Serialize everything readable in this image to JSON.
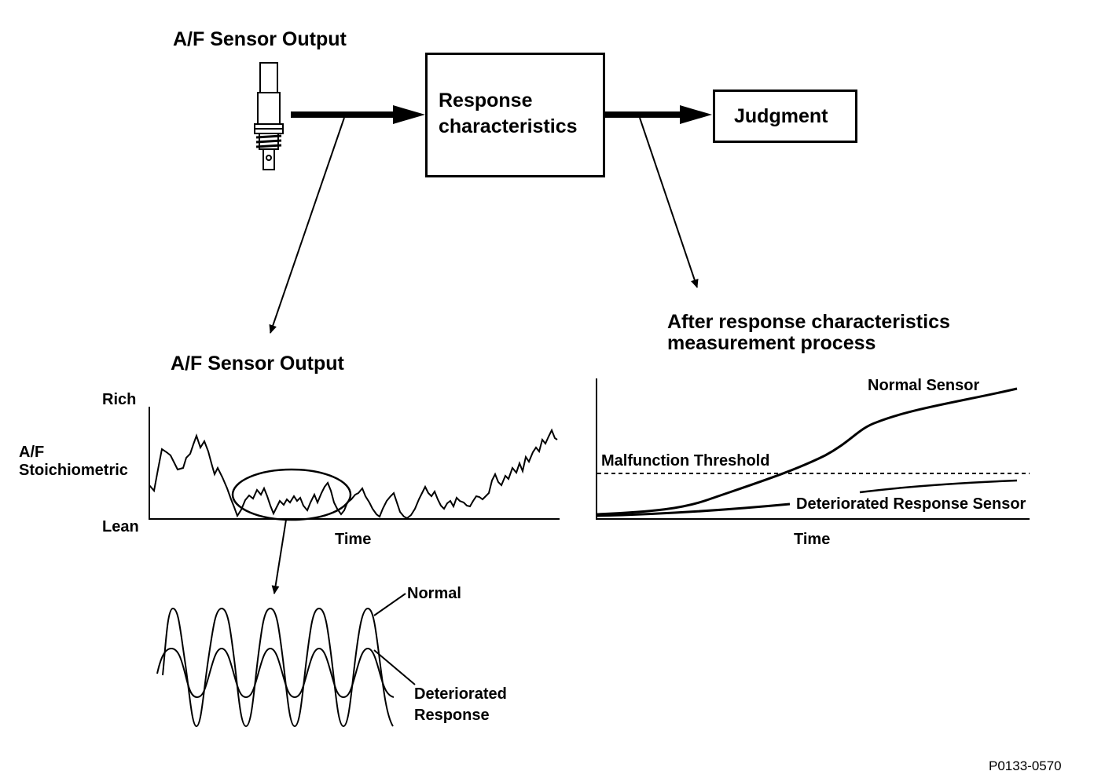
{
  "diagram": {
    "top_title": "A/F Sensor Output",
    "response_box": {
      "line1": "Response",
      "line2": "characteristics"
    },
    "judgment_box": "Judgment",
    "left_chart": {
      "title": "A/F Sensor Output",
      "y_label_top": "Rich",
      "y_label_mid_1": "A/F",
      "y_label_mid_2": "Stoichiometric",
      "y_label_bottom": "Lean",
      "x_label": "Time"
    },
    "detail_wave": {
      "normal_label": "Normal",
      "deteriorated_label_1": "Deteriorated",
      "deteriorated_label_2": "Response"
    },
    "right_chart": {
      "title_line1": "After response characteristics",
      "title_line2": "measurement process",
      "normal_label": "Normal Sensor",
      "threshold_label": "Malfunction Threshold",
      "deteriorated_label": "Deteriorated Response Sensor",
      "x_label": "Time"
    },
    "figure_id": "P0133-0570"
  }
}
